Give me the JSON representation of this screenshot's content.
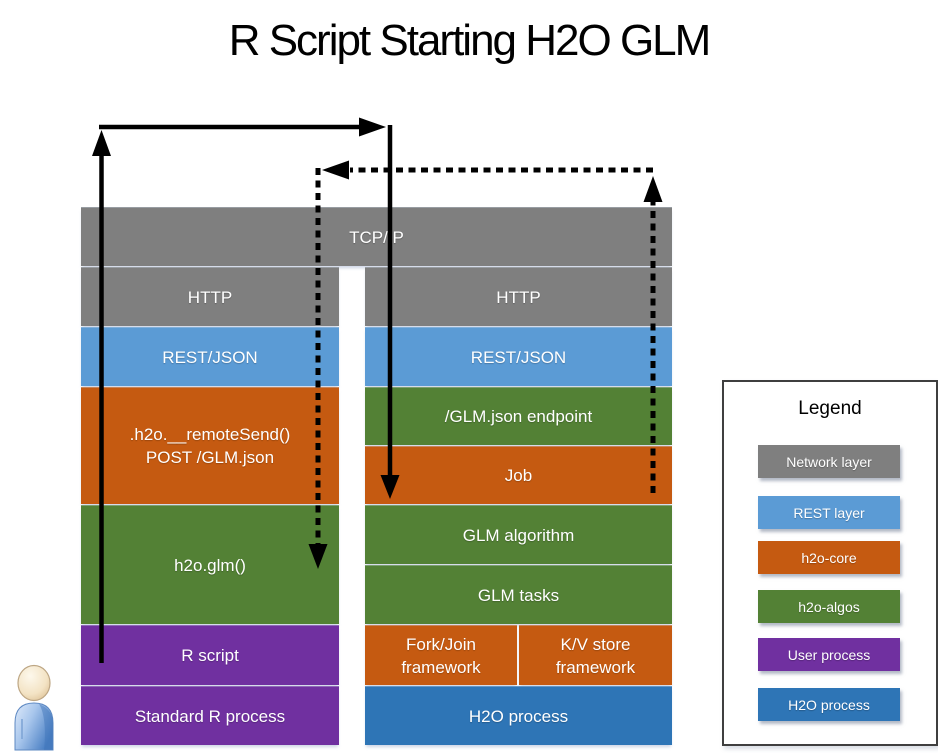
{
  "title": "R Script Starting H2O GLM",
  "colors": {
    "network_layer": "#7f7f7f",
    "rest_layer": "#5b9bd5",
    "h2o_core": "#c55a11",
    "h2o_algos": "#538135",
    "user_process": "#7030a0",
    "h2o_process": "#2e75b6",
    "arrow": "#000000"
  },
  "diagram": {
    "tcp_band": "TCP/IP",
    "left_stack": {
      "http": "HTTP",
      "rest_json": "REST/JSON",
      "remote_send_line1": ".h2o.__remoteSend()",
      "remote_send_line2": "POST /GLM.json",
      "h2o_glm": "h2o.glm()",
      "r_script": "R script",
      "standard_r_process": "Standard R process"
    },
    "right_stack": {
      "http": "HTTP",
      "rest_json": "REST/JSON",
      "glm_endpoint": "/GLM.json endpoint",
      "job": "Job",
      "glm_algorithm": "GLM algorithm",
      "glm_tasks": "GLM tasks",
      "fork_join_framework": "Fork/Join framework",
      "kv_store_framework": "K/V store framework",
      "h2o_process": "H2O process"
    },
    "arrows": {
      "request_flow": "solid-black-arrow-path",
      "response_flow": "dashed-black-arrow-path"
    },
    "person_icon": "user-person-icon"
  },
  "legend": {
    "title": "Legend",
    "items": [
      {
        "label": "Network layer",
        "color": "#7f7f7f"
      },
      {
        "label": "REST layer",
        "color": "#5b9bd5"
      },
      {
        "label": "h2o-core",
        "color": "#c55a11"
      },
      {
        "label": "h2o-algos",
        "color": "#538135"
      },
      {
        "label": "User process",
        "color": "#7030a0"
      },
      {
        "label": "H2O process",
        "color": "#2e75b6"
      }
    ]
  }
}
